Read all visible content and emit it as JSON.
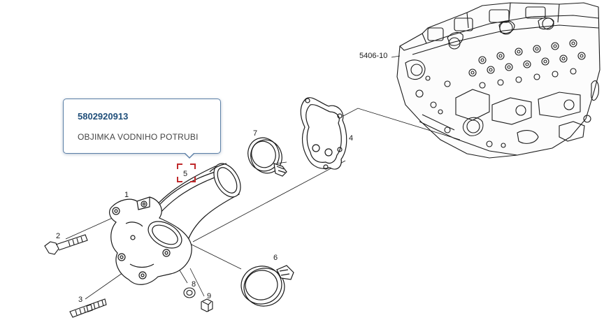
{
  "diagram": {
    "assembly_ref": "5406-10",
    "callouts": [
      {
        "id": "1",
        "label": "1"
      },
      {
        "id": "2",
        "label": "2"
      },
      {
        "id": "3",
        "label": "3"
      },
      {
        "id": "4",
        "label": "4"
      },
      {
        "id": "5",
        "label": "5"
      },
      {
        "id": "6",
        "label": "6"
      },
      {
        "id": "7",
        "label": "7"
      },
      {
        "id": "8",
        "label": "8"
      },
      {
        "id": "9",
        "label": "9"
      }
    ]
  },
  "tooltip": {
    "part_number": "5802920913",
    "description": "OBJIMKA VODNIHO POTRUBI"
  },
  "colors": {
    "line": "#1a1a1a",
    "tooltip_border": "#5b7fa6",
    "part_number": "#1f4e79",
    "selection_marker": "#c0292b"
  }
}
